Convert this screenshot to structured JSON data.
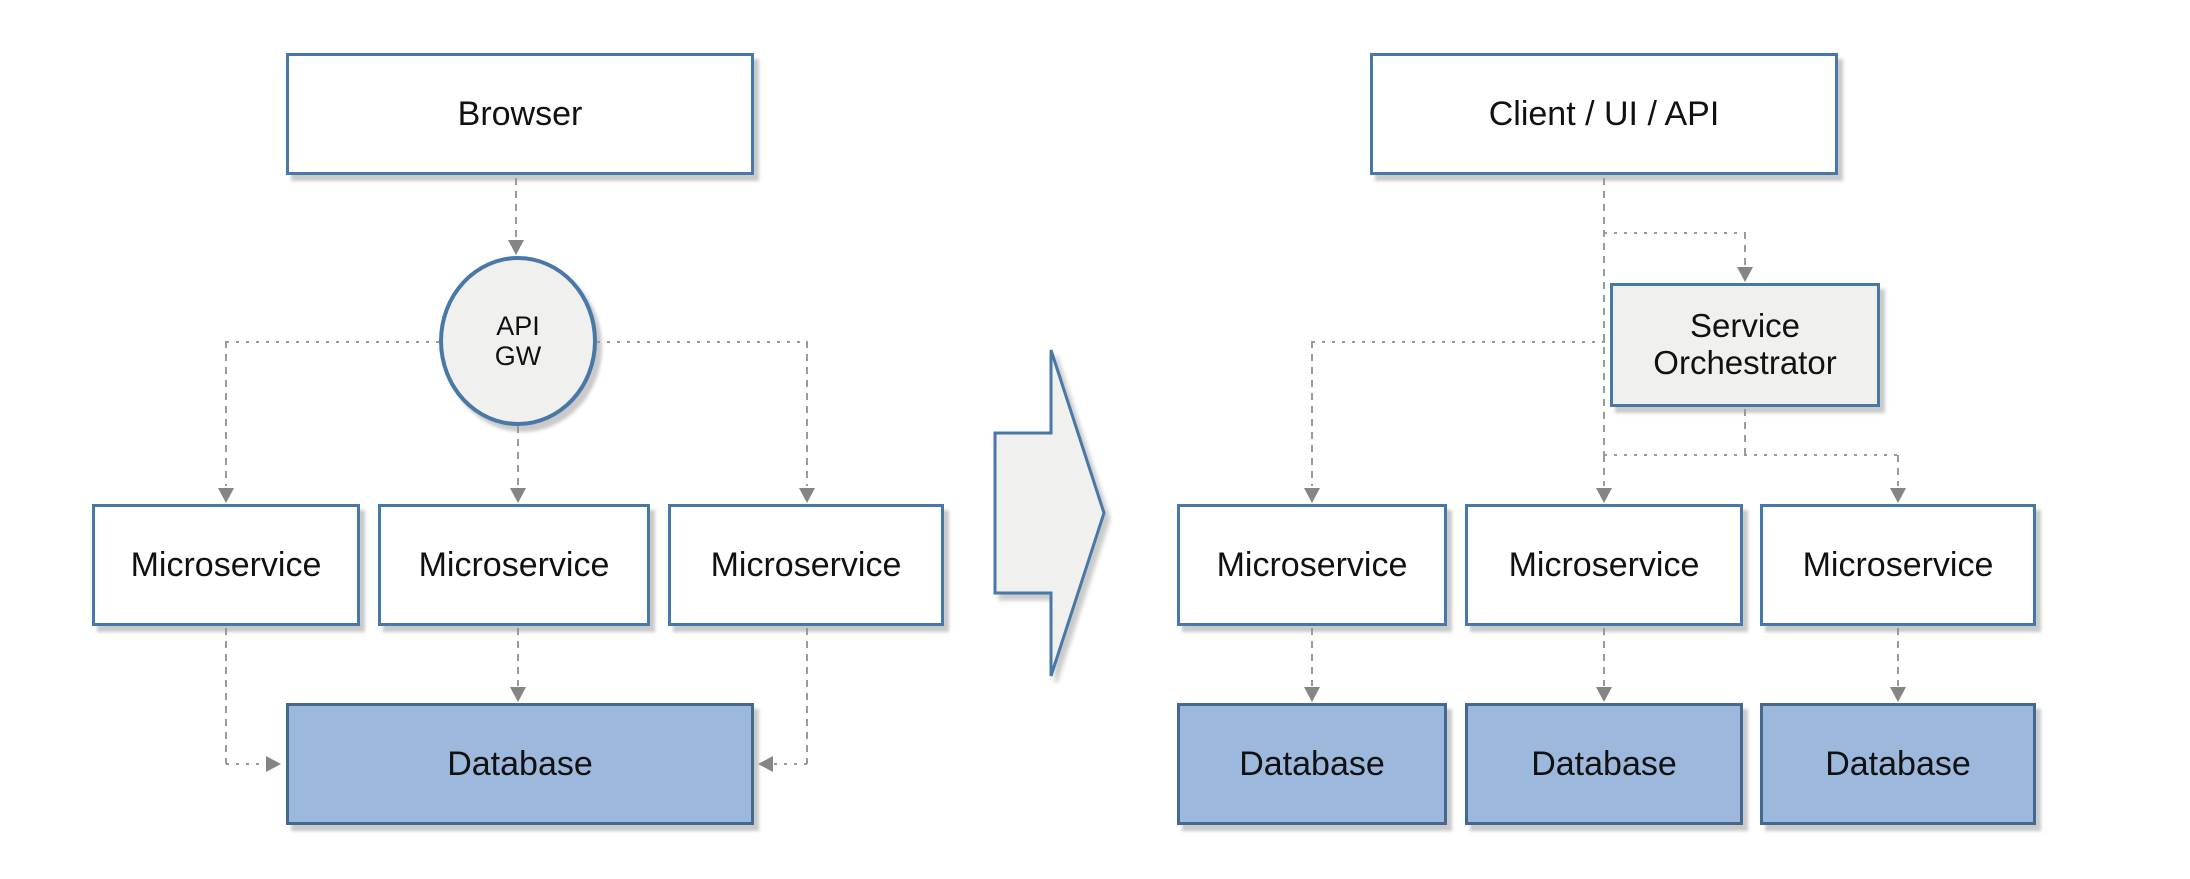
{
  "diagram": {
    "left": {
      "browser_label": "Browser",
      "api_gateway_line1": "API",
      "api_gateway_line2": "GW",
      "microservices": [
        "Microservice",
        "Microservice",
        "Microservice"
      ],
      "database_label": "Database"
    },
    "right": {
      "client_label": "Client / UI / API",
      "orchestrator_line1": "Service",
      "orchestrator_line2": "Orchestrator",
      "microservices": [
        "Microservice",
        "Microservice",
        "Microservice"
      ],
      "databases": [
        "Database",
        "Database",
        "Database"
      ]
    },
    "colors": {
      "node_border": "#4878a8",
      "database_fill": "#9cb8dc",
      "neutral_fill": "#f0f0ee",
      "connector": "#9a9a9a"
    }
  }
}
